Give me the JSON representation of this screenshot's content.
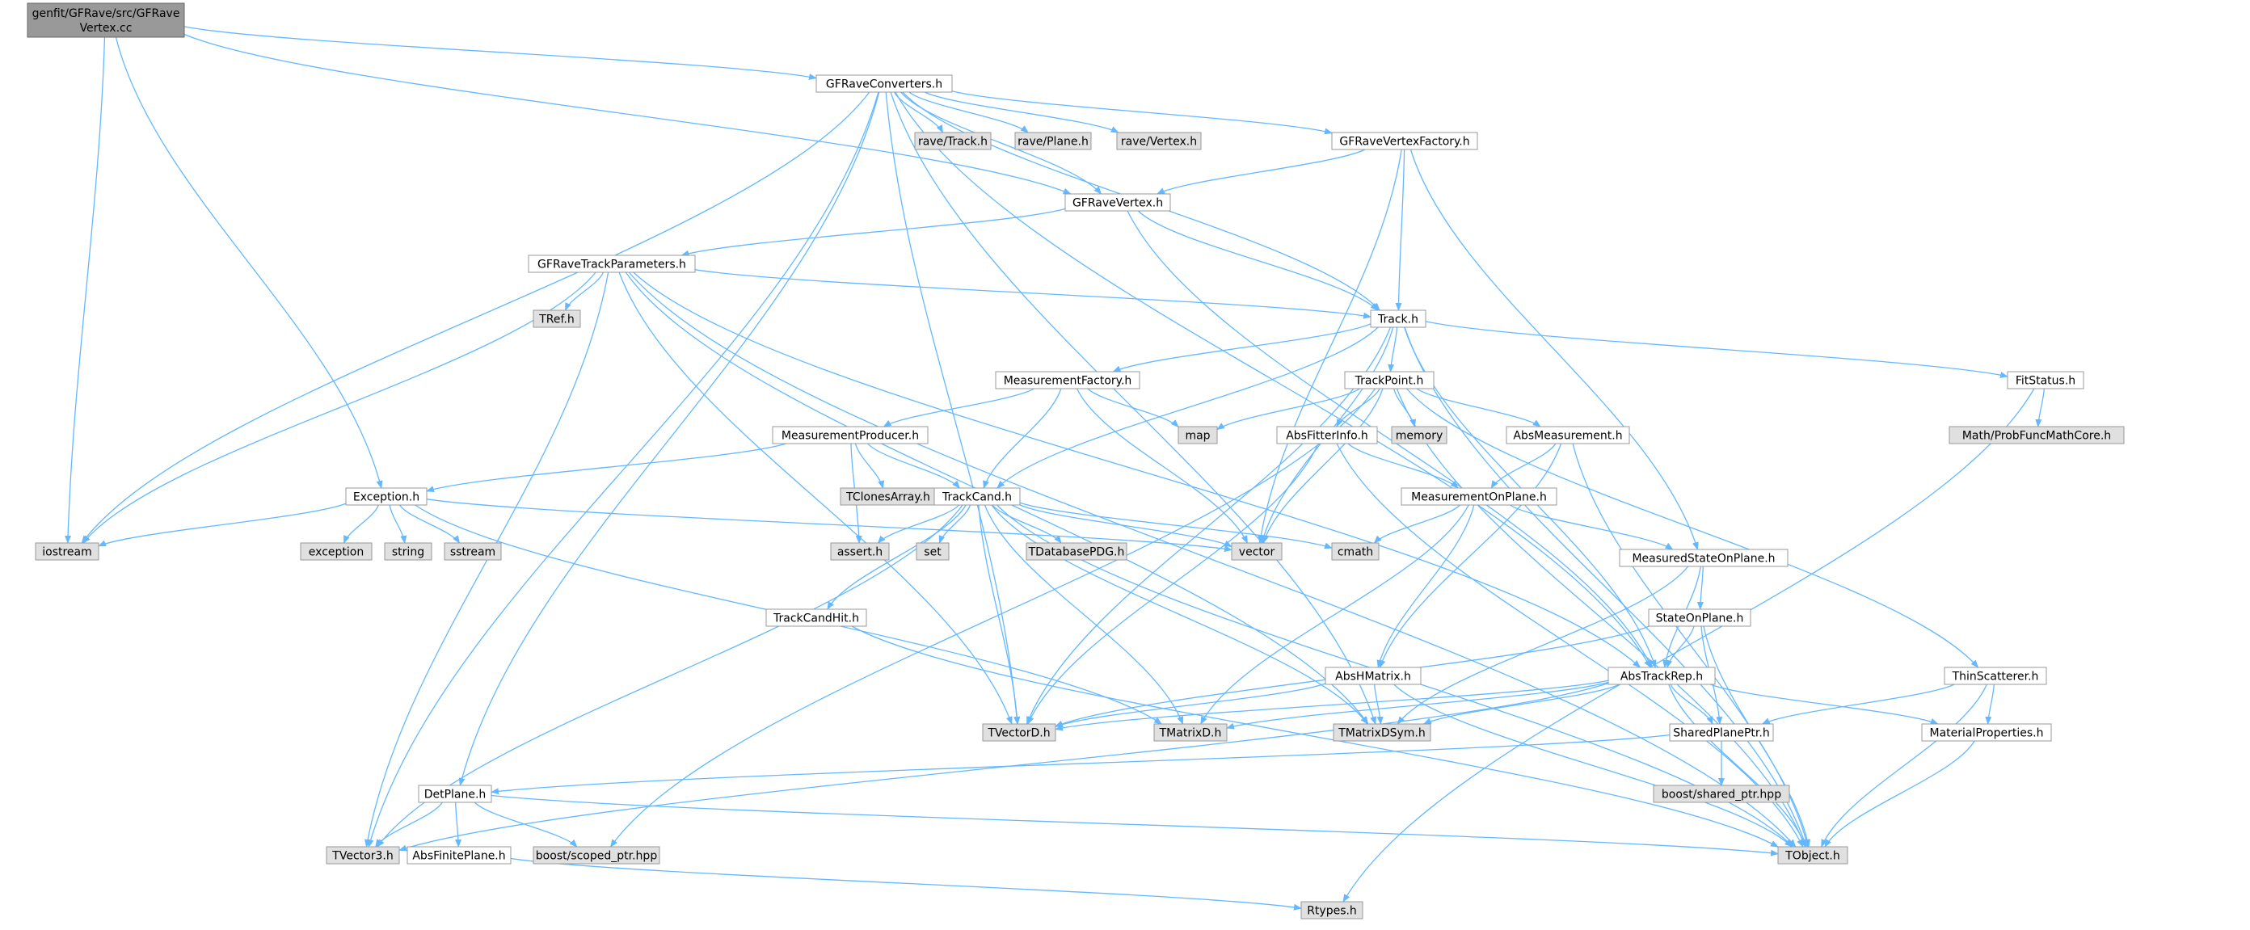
{
  "colors": {
    "edge": "#63b8ff",
    "node_border": "#999999",
    "node_fill": "#ffffff",
    "external_fill": "#e0e0e0",
    "external_border": "#999999",
    "root_fill": "#999999",
    "root_border": "#666666",
    "text": "#000000"
  },
  "nodes": [
    {
      "id": "root",
      "kind": "root",
      "lines": [
        "genfit/GFRave/src/GFRave",
        "Vertex.cc"
      ]
    },
    {
      "id": "GFRaveConverters",
      "kind": "file",
      "lines": [
        "GFRaveConverters.h"
      ]
    },
    {
      "id": "raveTrack",
      "kind": "external",
      "lines": [
        "rave/Track.h"
      ]
    },
    {
      "id": "ravePlane",
      "kind": "external",
      "lines": [
        "rave/Plane.h"
      ]
    },
    {
      "id": "raveVertex",
      "kind": "external",
      "lines": [
        "rave/Vertex.h"
      ]
    },
    {
      "id": "GFRaveVertexFactory",
      "kind": "file",
      "lines": [
        "GFRaveVertexFactory.h"
      ]
    },
    {
      "id": "GFRaveVertex",
      "kind": "file",
      "lines": [
        "GFRaveVertex.h"
      ]
    },
    {
      "id": "GFRaveTrackParameters",
      "kind": "file",
      "lines": [
        "GFRaveTrackParameters.h"
      ]
    },
    {
      "id": "TRef",
      "kind": "external",
      "lines": [
        "TRef.h"
      ]
    },
    {
      "id": "Track",
      "kind": "file",
      "lines": [
        "Track.h"
      ]
    },
    {
      "id": "MeasurementFactory",
      "kind": "file",
      "lines": [
        "MeasurementFactory.h"
      ]
    },
    {
      "id": "TrackPoint",
      "kind": "file",
      "lines": [
        "TrackPoint.h"
      ]
    },
    {
      "id": "FitStatus",
      "kind": "file",
      "lines": [
        "FitStatus.h"
      ]
    },
    {
      "id": "ProbFunc",
      "kind": "external",
      "lines": [
        "Math/ProbFuncMathCore.h"
      ]
    },
    {
      "id": "map",
      "kind": "external",
      "lines": [
        "map"
      ]
    },
    {
      "id": "memory",
      "kind": "external",
      "lines": [
        "memory"
      ]
    },
    {
      "id": "AbsFitterInfo",
      "kind": "file",
      "lines": [
        "AbsFitterInfo.h"
      ]
    },
    {
      "id": "AbsMeasurement",
      "kind": "file",
      "lines": [
        "AbsMeasurement.h"
      ]
    },
    {
      "id": "MeasurementProducer",
      "kind": "file",
      "lines": [
        "MeasurementProducer.h"
      ]
    },
    {
      "id": "TClonesArray",
      "kind": "external",
      "lines": [
        "TClonesArray.h"
      ]
    },
    {
      "id": "Exception",
      "kind": "file",
      "lines": [
        "Exception.h"
      ]
    },
    {
      "id": "iostream",
      "kind": "external",
      "lines": [
        "iostream"
      ]
    },
    {
      "id": "exception",
      "kind": "external",
      "lines": [
        "exception"
      ]
    },
    {
      "id": "string",
      "kind": "external",
      "lines": [
        "string"
      ]
    },
    {
      "id": "sstream",
      "kind": "external",
      "lines": [
        "sstream"
      ]
    },
    {
      "id": "TrackCand",
      "kind": "file",
      "lines": [
        "TrackCand.h"
      ]
    },
    {
      "id": "assert",
      "kind": "external",
      "lines": [
        "assert.h"
      ]
    },
    {
      "id": "set",
      "kind": "external",
      "lines": [
        "set"
      ]
    },
    {
      "id": "TDatabasePDG",
      "kind": "external",
      "lines": [
        "TDatabasePDG.h"
      ]
    },
    {
      "id": "vector",
      "kind": "external",
      "lines": [
        "vector"
      ]
    },
    {
      "id": "cmath",
      "kind": "external",
      "lines": [
        "cmath"
      ]
    },
    {
      "id": "MeasurementOnPlane",
      "kind": "file",
      "lines": [
        "MeasurementOnPlane.h"
      ]
    },
    {
      "id": "MeasuredStateOnPlane",
      "kind": "file",
      "lines": [
        "MeasuredStateOnPlane.h"
      ]
    },
    {
      "id": "StateOnPlane",
      "kind": "file",
      "lines": [
        "StateOnPlane.h"
      ]
    },
    {
      "id": "TrackCandHit",
      "kind": "file",
      "lines": [
        "TrackCandHit.h"
      ]
    },
    {
      "id": "AbsHMatrix",
      "kind": "file",
      "lines": [
        "AbsHMatrix.h"
      ]
    },
    {
      "id": "AbsTrackRep",
      "kind": "file",
      "lines": [
        "AbsTrackRep.h"
      ]
    },
    {
      "id": "ThinScatterer",
      "kind": "file",
      "lines": [
        "ThinScatterer.h"
      ]
    },
    {
      "id": "TVectorD",
      "kind": "external",
      "lines": [
        "TVectorD.h"
      ]
    },
    {
      "id": "TMatrixD",
      "kind": "external",
      "lines": [
        "TMatrixD.h"
      ]
    },
    {
      "id": "TMatrixDSym",
      "kind": "external",
      "lines": [
        "TMatrixDSym.h"
      ]
    },
    {
      "id": "SharedPlanePtr",
      "kind": "file",
      "lines": [
        "SharedPlanePtr.h"
      ]
    },
    {
      "id": "MaterialProperties",
      "kind": "file",
      "lines": [
        "MaterialProperties.h"
      ]
    },
    {
      "id": "boostShared",
      "kind": "external",
      "lines": [
        "boost/shared_ptr.hpp"
      ]
    },
    {
      "id": "DetPlane",
      "kind": "file",
      "lines": [
        "DetPlane.h"
      ]
    },
    {
      "id": "TVector3",
      "kind": "external",
      "lines": [
        "TVector3.h"
      ]
    },
    {
      "id": "AbsFinitePlane",
      "kind": "file",
      "lines": [
        "AbsFinitePlane.h"
      ]
    },
    {
      "id": "boostScoped",
      "kind": "external",
      "lines": [
        "boost/scoped_ptr.hpp"
      ]
    },
    {
      "id": "TObject",
      "kind": "external",
      "lines": [
        "TObject.h"
      ]
    },
    {
      "id": "Rtypes",
      "kind": "external",
      "lines": [
        "Rtypes.h"
      ]
    }
  ],
  "edges": [
    [
      "root",
      "GFRaveConverters"
    ],
    [
      "root",
      "GFRaveVertex"
    ],
    [
      "root",
      "Exception"
    ],
    [
      "root",
      "iostream"
    ],
    [
      "GFRaveConverters",
      "raveTrack"
    ],
    [
      "GFRaveConverters",
      "ravePlane"
    ],
    [
      "GFRaveConverters",
      "raveVertex"
    ],
    [
      "GFRaveConverters",
      "GFRaveVertexFactory"
    ],
    [
      "GFRaveConverters",
      "GFRaveVertex"
    ],
    [
      "GFRaveConverters",
      "Track"
    ],
    [
      "GFRaveConverters",
      "AbsTrackRep"
    ],
    [
      "GFRaveConverters",
      "TMatrixDSym"
    ],
    [
      "GFRaveConverters",
      "TVectorD"
    ],
    [
      "GFRaveConverters",
      "DetPlane"
    ],
    [
      "GFRaveConverters",
      "TVector3"
    ],
    [
      "GFRaveConverters",
      "iostream"
    ],
    [
      "GFRaveVertexFactory",
      "GFRaveVertex"
    ],
    [
      "GFRaveVertexFactory",
      "Track"
    ],
    [
      "GFRaveVertexFactory",
      "vector"
    ],
    [
      "GFRaveVertexFactory",
      "MeasuredStateOnPlane"
    ],
    [
      "GFRaveVertex",
      "GFRaveTrackParameters"
    ],
    [
      "GFRaveVertex",
      "Track"
    ],
    [
      "GFRaveVertex",
      "AbsTrackRep"
    ],
    [
      "GFRaveTrackParameters",
      "TRef"
    ],
    [
      "GFRaveTrackParameters",
      "Track"
    ],
    [
      "GFRaveTrackParameters",
      "AbsTrackRep"
    ],
    [
      "GFRaveTrackParameters",
      "TMatrixDSym"
    ],
    [
      "GFRaveTrackParameters",
      "TVectorD"
    ],
    [
      "GFRaveTrackParameters",
      "TVector3"
    ],
    [
      "GFRaveTrackParameters",
      "TObject"
    ],
    [
      "GFRaveTrackParameters",
      "iostream"
    ],
    [
      "Track",
      "MeasurementFactory"
    ],
    [
      "Track",
      "TrackPoint"
    ],
    [
      "Track",
      "FitStatus"
    ],
    [
      "Track",
      "TrackCand"
    ],
    [
      "Track",
      "AbsTrackRep"
    ],
    [
      "Track",
      "vector"
    ],
    [
      "Track",
      "TObject"
    ],
    [
      "Track",
      "TVectorD"
    ],
    [
      "MeasurementFactory",
      "MeasurementProducer"
    ],
    [
      "MeasurementFactory",
      "TrackCand"
    ],
    [
      "MeasurementFactory",
      "map"
    ],
    [
      "MeasurementFactory",
      "vector"
    ],
    [
      "TrackPoint",
      "AbsFitterInfo"
    ],
    [
      "TrackPoint",
      "AbsMeasurement"
    ],
    [
      "TrackPoint",
      "ThinScatterer"
    ],
    [
      "TrackPoint",
      "map"
    ],
    [
      "TrackPoint",
      "memory"
    ],
    [
      "TrackPoint",
      "vector"
    ],
    [
      "TrackPoint",
      "TObject"
    ],
    [
      "TrackPoint",
      "boostScoped"
    ],
    [
      "FitStatus",
      "ProbFunc"
    ],
    [
      "FitStatus",
      "Rtypes"
    ],
    [
      "MeasurementProducer",
      "Exception"
    ],
    [
      "MeasurementProducer",
      "TrackCand"
    ],
    [
      "MeasurementProducer",
      "TClonesArray"
    ],
    [
      "MeasurementProducer",
      "assert"
    ],
    [
      "AbsFitterInfo",
      "MeasurementOnPlane"
    ],
    [
      "AbsFitterInfo",
      "TObject"
    ],
    [
      "AbsFitterInfo",
      "TVectorD"
    ],
    [
      "AbsMeasurement",
      "MeasurementOnPlane"
    ],
    [
      "AbsMeasurement",
      "AbsHMatrix"
    ],
    [
      "AbsMeasurement",
      "TObject"
    ],
    [
      "Exception",
      "iostream"
    ],
    [
      "Exception",
      "exception"
    ],
    [
      "Exception",
      "string"
    ],
    [
      "Exception",
      "sstream"
    ],
    [
      "Exception",
      "vector"
    ],
    [
      "Exception",
      "TMatrixD"
    ],
    [
      "TrackCand",
      "TrackCandHit"
    ],
    [
      "TrackCand",
      "assert"
    ],
    [
      "TrackCand",
      "set"
    ],
    [
      "TrackCand",
      "TDatabasePDG"
    ],
    [
      "TrackCand",
      "vector"
    ],
    [
      "TrackCand",
      "cmath"
    ],
    [
      "TrackCand",
      "TVectorD"
    ],
    [
      "TrackCand",
      "TMatrixD"
    ],
    [
      "TrackCand",
      "TMatrixDSym"
    ],
    [
      "TrackCand",
      "TVector3"
    ],
    [
      "TrackCand",
      "TObject"
    ],
    [
      "MeasurementOnPlane",
      "MeasuredStateOnPlane"
    ],
    [
      "MeasurementOnPlane",
      "AbsHMatrix"
    ],
    [
      "MeasurementOnPlane",
      "cmath"
    ],
    [
      "MeasurementOnPlane",
      "TMatrixD"
    ],
    [
      "MeasuredStateOnPlane",
      "StateOnPlane"
    ],
    [
      "MeasuredStateOnPlane",
      "AbsTrackRep"
    ],
    [
      "MeasuredStateOnPlane",
      "TMatrixDSym"
    ],
    [
      "StateOnPlane",
      "AbsTrackRep"
    ],
    [
      "StateOnPlane",
      "SharedPlanePtr"
    ],
    [
      "StateOnPlane",
      "TVectorD"
    ],
    [
      "StateOnPlane",
      "TObject"
    ],
    [
      "TrackCandHit",
      "TObject"
    ],
    [
      "AbsHMatrix",
      "TVectorD"
    ],
    [
      "AbsHMatrix",
      "TMatrixDSym"
    ],
    [
      "AbsHMatrix",
      "TObject"
    ],
    [
      "AbsTrackRep",
      "SharedPlanePtr"
    ],
    [
      "AbsTrackRep",
      "MaterialProperties"
    ],
    [
      "AbsTrackRep",
      "TVectorD"
    ],
    [
      "AbsTrackRep",
      "TMatrixD"
    ],
    [
      "AbsTrackRep",
      "TMatrixDSym"
    ],
    [
      "AbsTrackRep",
      "TVector3"
    ],
    [
      "AbsTrackRep",
      "TObject"
    ],
    [
      "ThinScatterer",
      "SharedPlanePtr"
    ],
    [
      "ThinScatterer",
      "MaterialProperties"
    ],
    [
      "ThinScatterer",
      "TObject"
    ],
    [
      "SharedPlanePtr",
      "DetPlane"
    ],
    [
      "SharedPlanePtr",
      "boostShared"
    ],
    [
      "MaterialProperties",
      "TObject"
    ],
    [
      "DetPlane",
      "AbsFinitePlane"
    ],
    [
      "DetPlane",
      "TVector3"
    ],
    [
      "DetPlane",
      "boostScoped"
    ],
    [
      "DetPlane",
      "TObject"
    ],
    [
      "AbsFinitePlane",
      "Rtypes"
    ]
  ]
}
